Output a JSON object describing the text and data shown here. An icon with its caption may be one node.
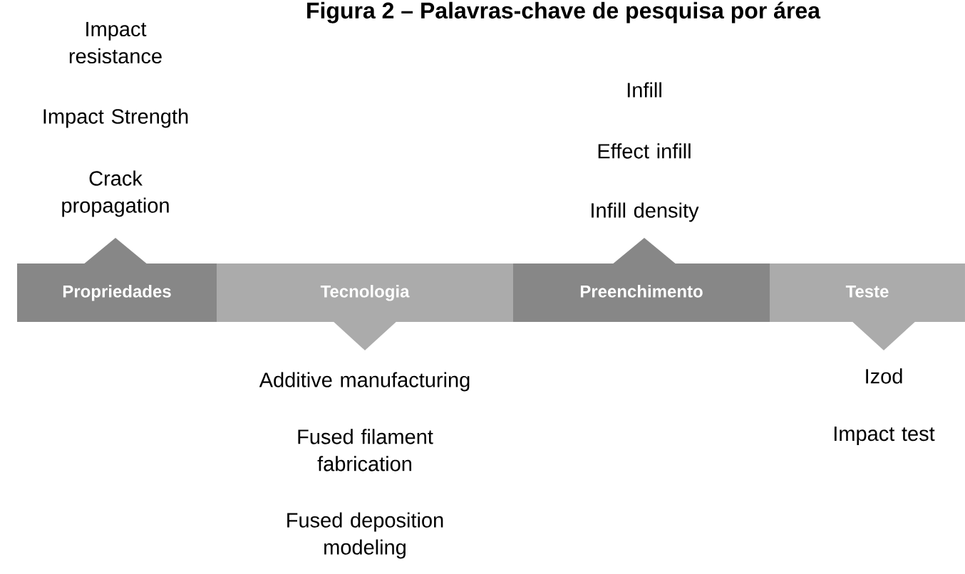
{
  "diagram": {
    "title": "Figura 2 – Palavras-chave de pesquisa por área",
    "nodes": [
      {
        "text": [
          "Propriedades"
        ],
        "beside": [
          "Impact resistance",
          "Impact Strength",
          "Crack propagation"
        ]
      },
      {
        "text": [
          "Tecnologia"
        ],
        "beside": [
          "Additive manufacturing",
          "Fused filament fabrication",
          "Fused deposition modeling"
        ]
      },
      {
        "text": [
          "Preenchimento"
        ],
        "beside": [
          "Infill",
          "Effect infill",
          "Infill density"
        ]
      },
      {
        "text": [
          "Teste"
        ],
        "beside": [
          "Izod",
          "Impact test"
        ]
      }
    ]
  }
}
